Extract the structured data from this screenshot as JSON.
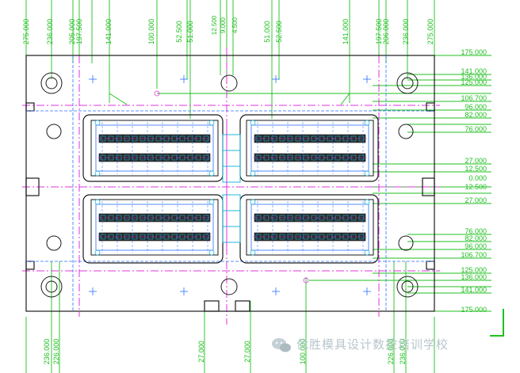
{
  "colors": {
    "background": "#ffffff",
    "outline": "#1a1a1a",
    "dimension": "#1fbf1f",
    "centerline": "#e233e2",
    "cavity_blue": "#2b6fff",
    "cavity_cyan": "#1fb7d6",
    "watermark": "#b8c6cc"
  },
  "dimensions": {
    "top": [
      "275.000",
      "236.000",
      "205.000",
      "197.500",
      "141.000",
      "100.000",
      "52.500",
      "51.000",
      "12.500",
      "9.000",
      "4.500",
      "51.000",
      "52.500",
      "141.000",
      "197.500",
      "206.000",
      "236.000",
      "275.000"
    ],
    "right": [
      "175.000",
      "141.000",
      "136.000",
      "125.000",
      "106.700",
      "96.000",
      "82.000",
      "76.000",
      "27.000",
      "12.500",
      "0.000",
      "12.500",
      "27.000",
      "76.000",
      "82.000",
      "96.000",
      "106.700",
      "125.000",
      "136.000",
      "141.000",
      "175.000"
    ],
    "bottom": [
      "236.000",
      "226.000",
      "27.000",
      "27.000",
      "100.000",
      "226.000",
      "236.000"
    ]
  },
  "watermark": {
    "icon": "wechat-icon",
    "text": "优胜模具设计数控培训学校"
  }
}
